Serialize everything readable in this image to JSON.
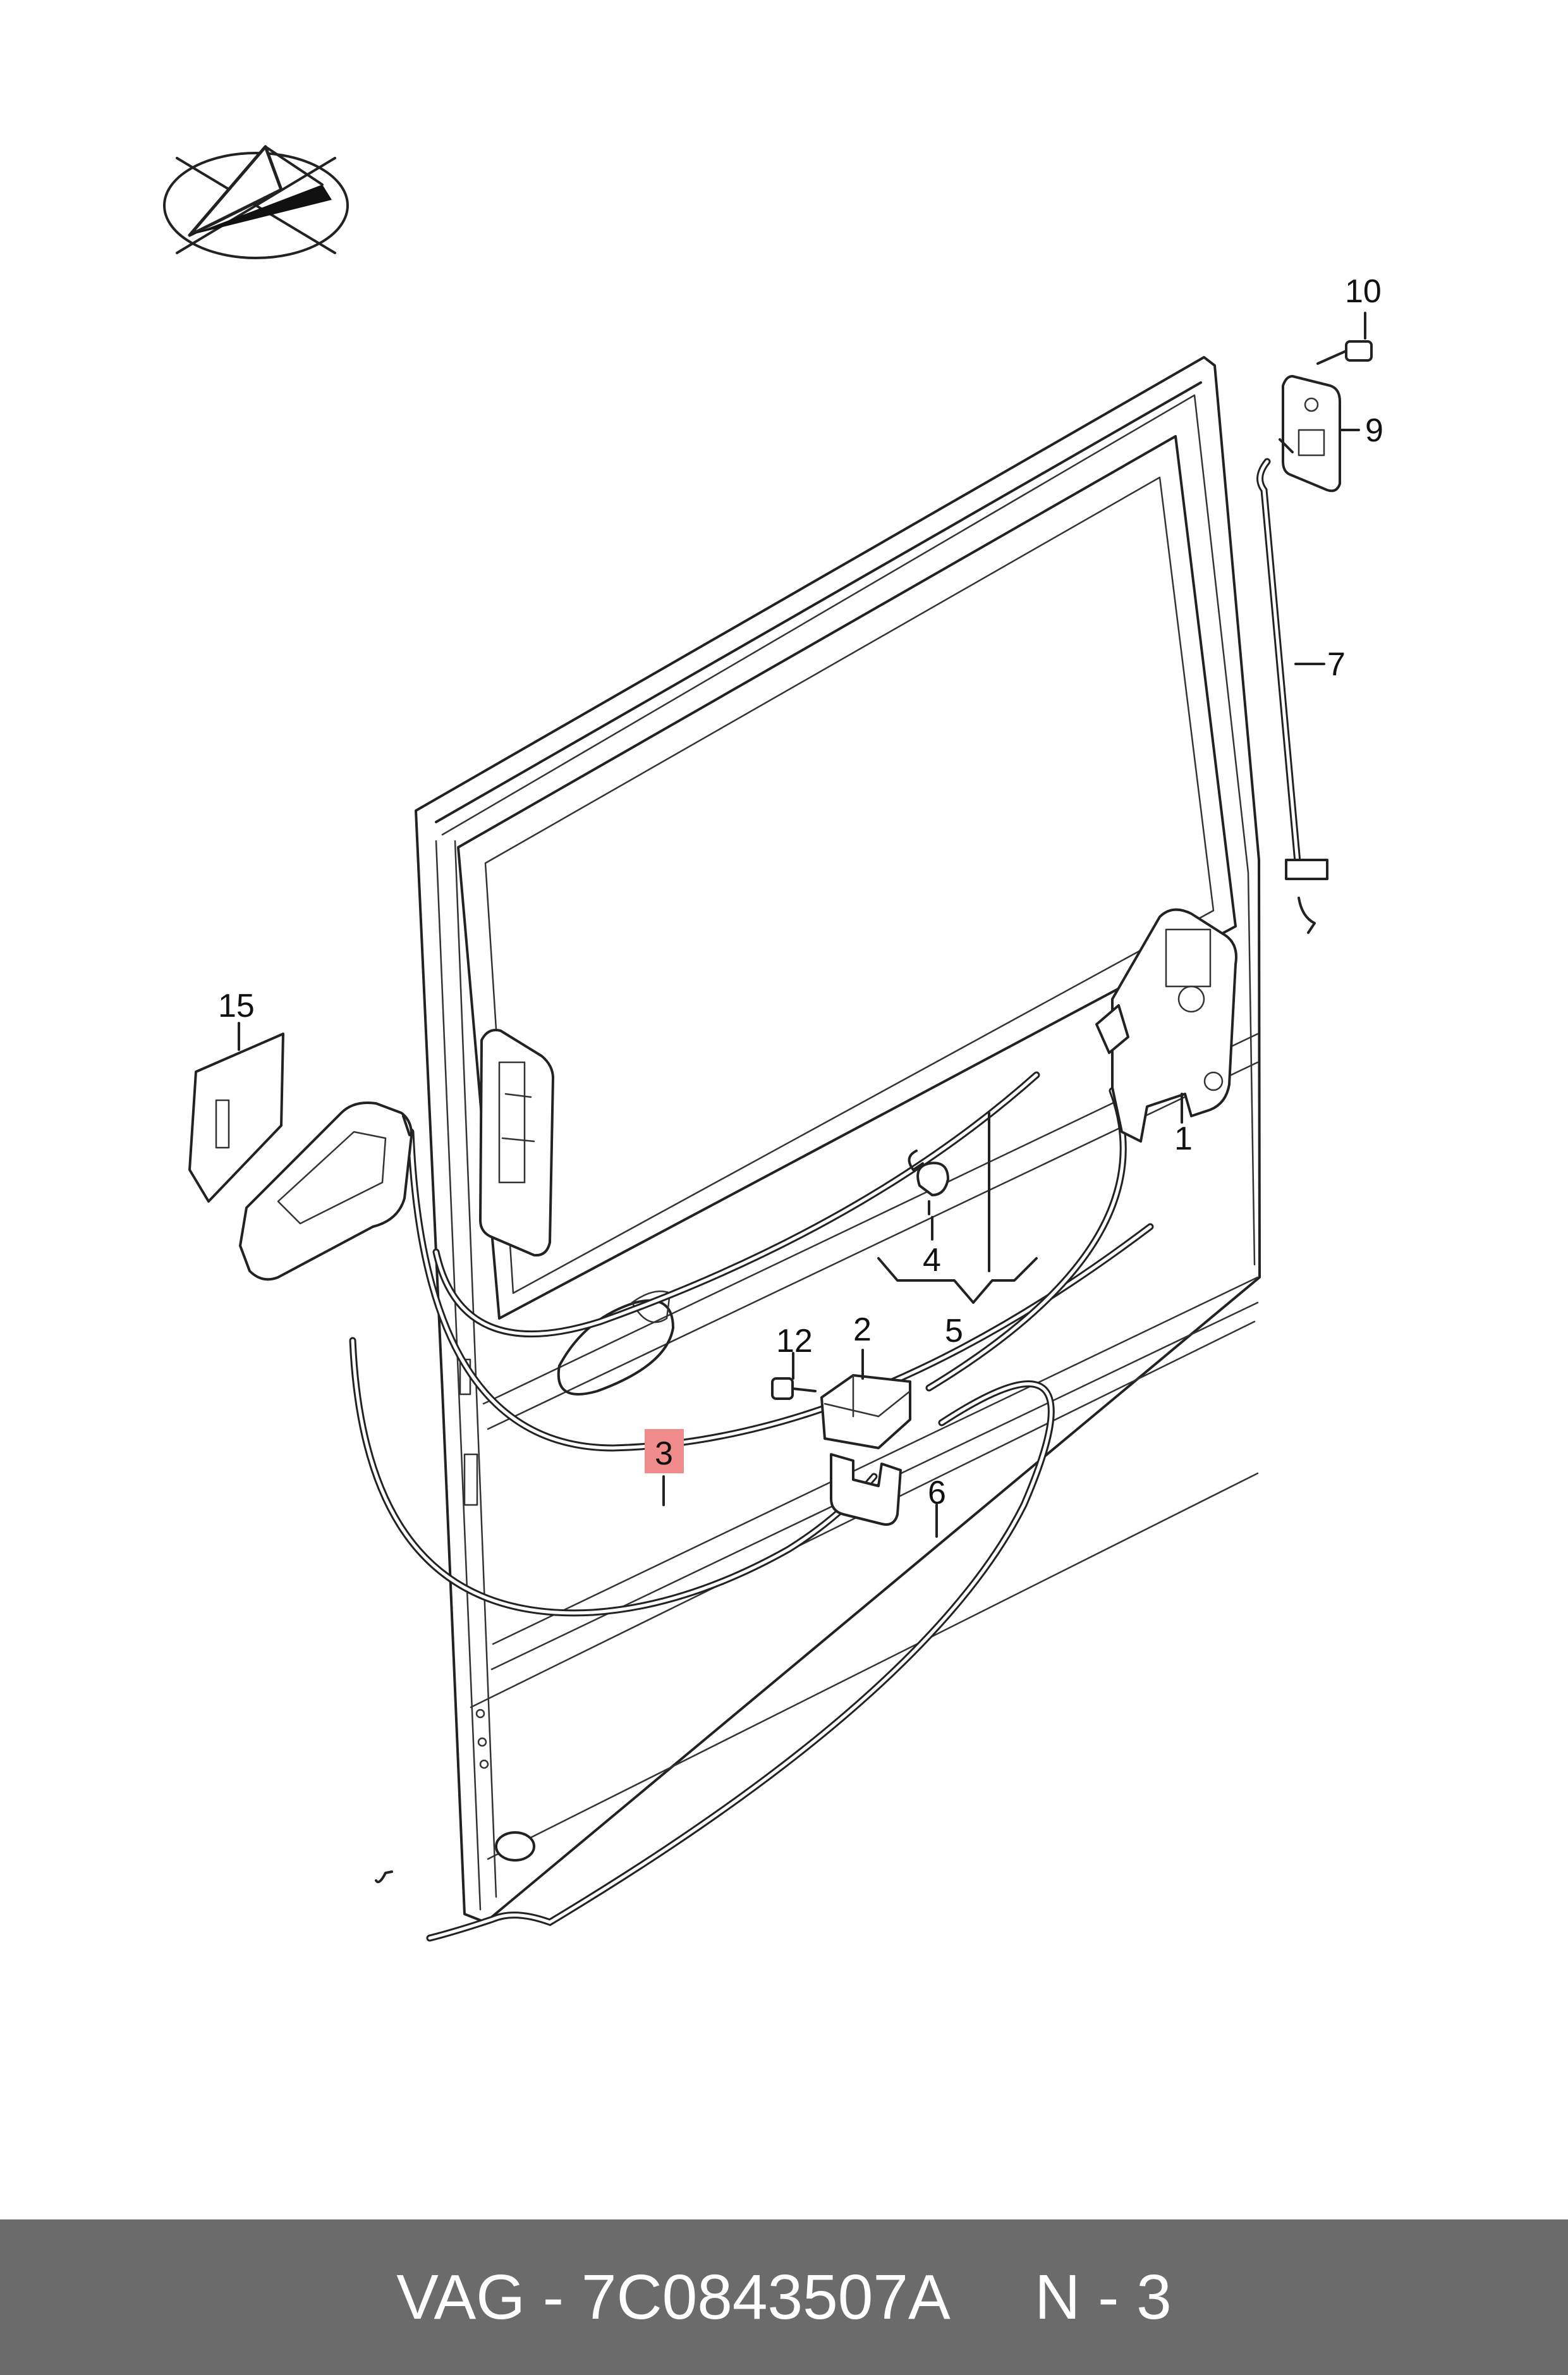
{
  "diagram": {
    "callouts": [
      {
        "id": "c1",
        "text": "1"
      },
      {
        "id": "c2",
        "text": "2"
      },
      {
        "id": "c3",
        "text": "3",
        "highlighted": true
      },
      {
        "id": "c4",
        "text": "4"
      },
      {
        "id": "c5",
        "text": "5"
      },
      {
        "id": "c6",
        "text": "6"
      },
      {
        "id": "c7",
        "text": "7"
      },
      {
        "id": "c9",
        "text": "9"
      },
      {
        "id": "c10",
        "text": "10"
      },
      {
        "id": "c12",
        "text": "12"
      },
      {
        "id": "c15",
        "text": "15"
      }
    ],
    "highlight_color": "#f08c8c",
    "logo_icon": "paper-plane-logo-icon"
  },
  "footer": {
    "label": "VAG - 7C0843507A     N - 3",
    "background": "#6b6b6b"
  }
}
